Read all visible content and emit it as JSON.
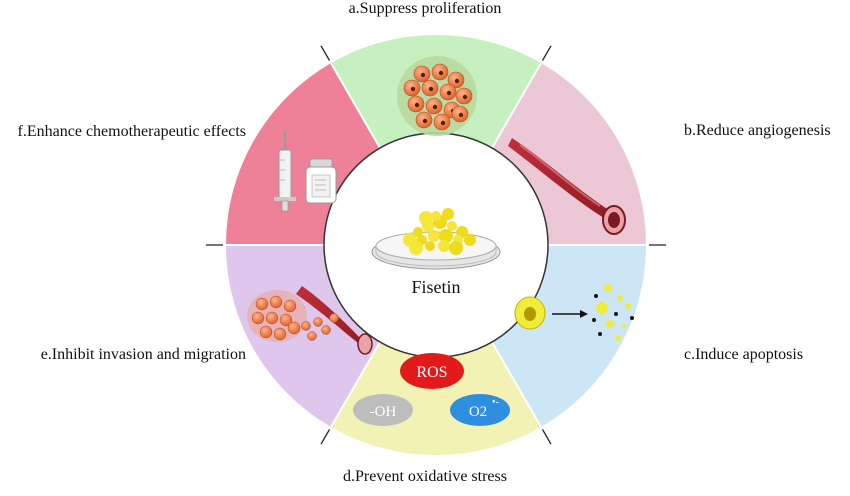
{
  "center": {
    "label": "Fisetin"
  },
  "segments": {
    "a": {
      "label": "a.Suppress proliferation",
      "color": "#c6f0c0"
    },
    "b": {
      "label": "b.Reduce angiogenesis",
      "color": "#ecc8d6"
    },
    "c": {
      "label": "c.Induce apoptosis",
      "color": "#cde6f6"
    },
    "d": {
      "label": "d.Prevent oxidative stress",
      "color": "#f2f2b4"
    },
    "e": {
      "label": "e.Inhibit invasion and migration",
      "color": "#dfc6ec"
    },
    "f": {
      "label": "f.Enhance chemotherapeutic effects",
      "color": "#ee8098"
    }
  },
  "oxidative_badges": {
    "ros": "ROS",
    "oh": "-OH",
    "o2": "O2"
  },
  "icons": [
    "petri-dish-icon",
    "cell-cluster-icon",
    "blood-vessel-icon",
    "apoptotic-cell-icon",
    "syringe-icon",
    "vial-icon"
  ]
}
